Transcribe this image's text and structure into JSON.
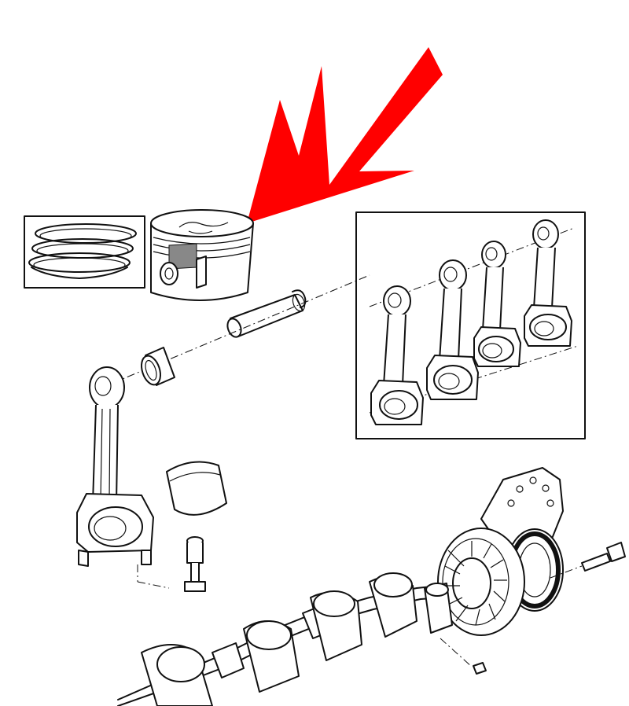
{
  "diagram": {
    "accent_color": "#ff0000",
    "line_color": "#111111",
    "background": "#ffffff",
    "parts": [
      "arrow-pointer",
      "piston-rings",
      "piston",
      "piston-pin",
      "circlip",
      "small-end-bushing",
      "connecting-rod",
      "connecting-rod-bearing-shell",
      "rod-bolt",
      "connecting-rod-set",
      "crankshaft",
      "rear-main-seal-housing",
      "rear-oil-seal",
      "adapter-plate",
      "housing-bolt",
      "dowel-pin"
    ]
  }
}
